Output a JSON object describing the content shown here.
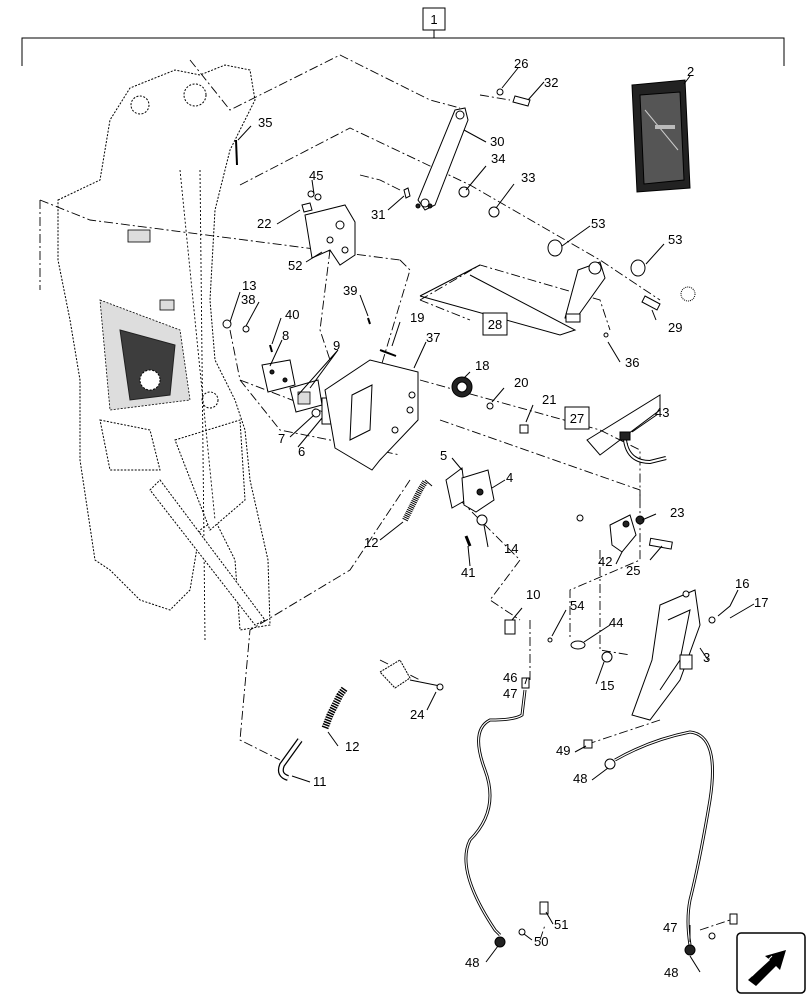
{
  "assembly_number": "1",
  "boxed_callouts": [
    {
      "id": "box-27",
      "label": "27"
    },
    {
      "id": "box-28",
      "label": "28"
    }
  ],
  "callouts": [
    {
      "id": "c-2",
      "label": "2"
    },
    {
      "id": "c-3",
      "label": "3"
    },
    {
      "id": "c-4",
      "label": "4"
    },
    {
      "id": "c-5",
      "label": "5"
    },
    {
      "id": "c-6",
      "label": "6"
    },
    {
      "id": "c-7",
      "label": "7"
    },
    {
      "id": "c-8",
      "label": "8"
    },
    {
      "id": "c-9",
      "label": "9"
    },
    {
      "id": "c-10",
      "label": "10"
    },
    {
      "id": "c-11",
      "label": "11"
    },
    {
      "id": "c-12a",
      "label": "12"
    },
    {
      "id": "c-12b",
      "label": "12"
    },
    {
      "id": "c-13",
      "label": "13"
    },
    {
      "id": "c-14",
      "label": "14"
    },
    {
      "id": "c-15",
      "label": "15"
    },
    {
      "id": "c-16",
      "label": "16"
    },
    {
      "id": "c-17",
      "label": "17"
    },
    {
      "id": "c-18",
      "label": "18"
    },
    {
      "id": "c-19",
      "label": "19"
    },
    {
      "id": "c-20",
      "label": "20"
    },
    {
      "id": "c-21",
      "label": "21"
    },
    {
      "id": "c-22",
      "label": "22"
    },
    {
      "id": "c-23",
      "label": "23"
    },
    {
      "id": "c-24",
      "label": "24"
    },
    {
      "id": "c-25",
      "label": "25"
    },
    {
      "id": "c-26",
      "label": "26"
    },
    {
      "id": "c-29",
      "label": "29"
    },
    {
      "id": "c-30",
      "label": "30"
    },
    {
      "id": "c-31",
      "label": "31"
    },
    {
      "id": "c-32",
      "label": "32"
    },
    {
      "id": "c-33",
      "label": "33"
    },
    {
      "id": "c-34",
      "label": "34"
    },
    {
      "id": "c-35",
      "label": "35"
    },
    {
      "id": "c-36",
      "label": "36"
    },
    {
      "id": "c-37",
      "label": "37"
    },
    {
      "id": "c-38",
      "label": "38"
    },
    {
      "id": "c-39",
      "label": "39"
    },
    {
      "id": "c-40",
      "label": "40"
    },
    {
      "id": "c-41",
      "label": "41"
    },
    {
      "id": "c-42",
      "label": "42"
    },
    {
      "id": "c-43",
      "label": "43"
    },
    {
      "id": "c-44",
      "label": "44"
    },
    {
      "id": "c-45",
      "label": "45"
    },
    {
      "id": "c-46",
      "label": "46"
    },
    {
      "id": "c-47a",
      "label": "47"
    },
    {
      "id": "c-47b",
      "label": "47"
    },
    {
      "id": "c-48a",
      "label": "48"
    },
    {
      "id": "c-48b",
      "label": "48"
    },
    {
      "id": "c-48c",
      "label": "48"
    },
    {
      "id": "c-49",
      "label": "49"
    },
    {
      "id": "c-50",
      "label": "50"
    },
    {
      "id": "c-51",
      "label": "51"
    },
    {
      "id": "c-52",
      "label": "52"
    },
    {
      "id": "c-53a",
      "label": "53"
    },
    {
      "id": "c-53b",
      "label": "53"
    },
    {
      "id": "c-54",
      "label": "54"
    }
  ],
  "icons": {
    "orientation": "direction-arrow-icon",
    "manual": "manual-booklet-icon"
  }
}
